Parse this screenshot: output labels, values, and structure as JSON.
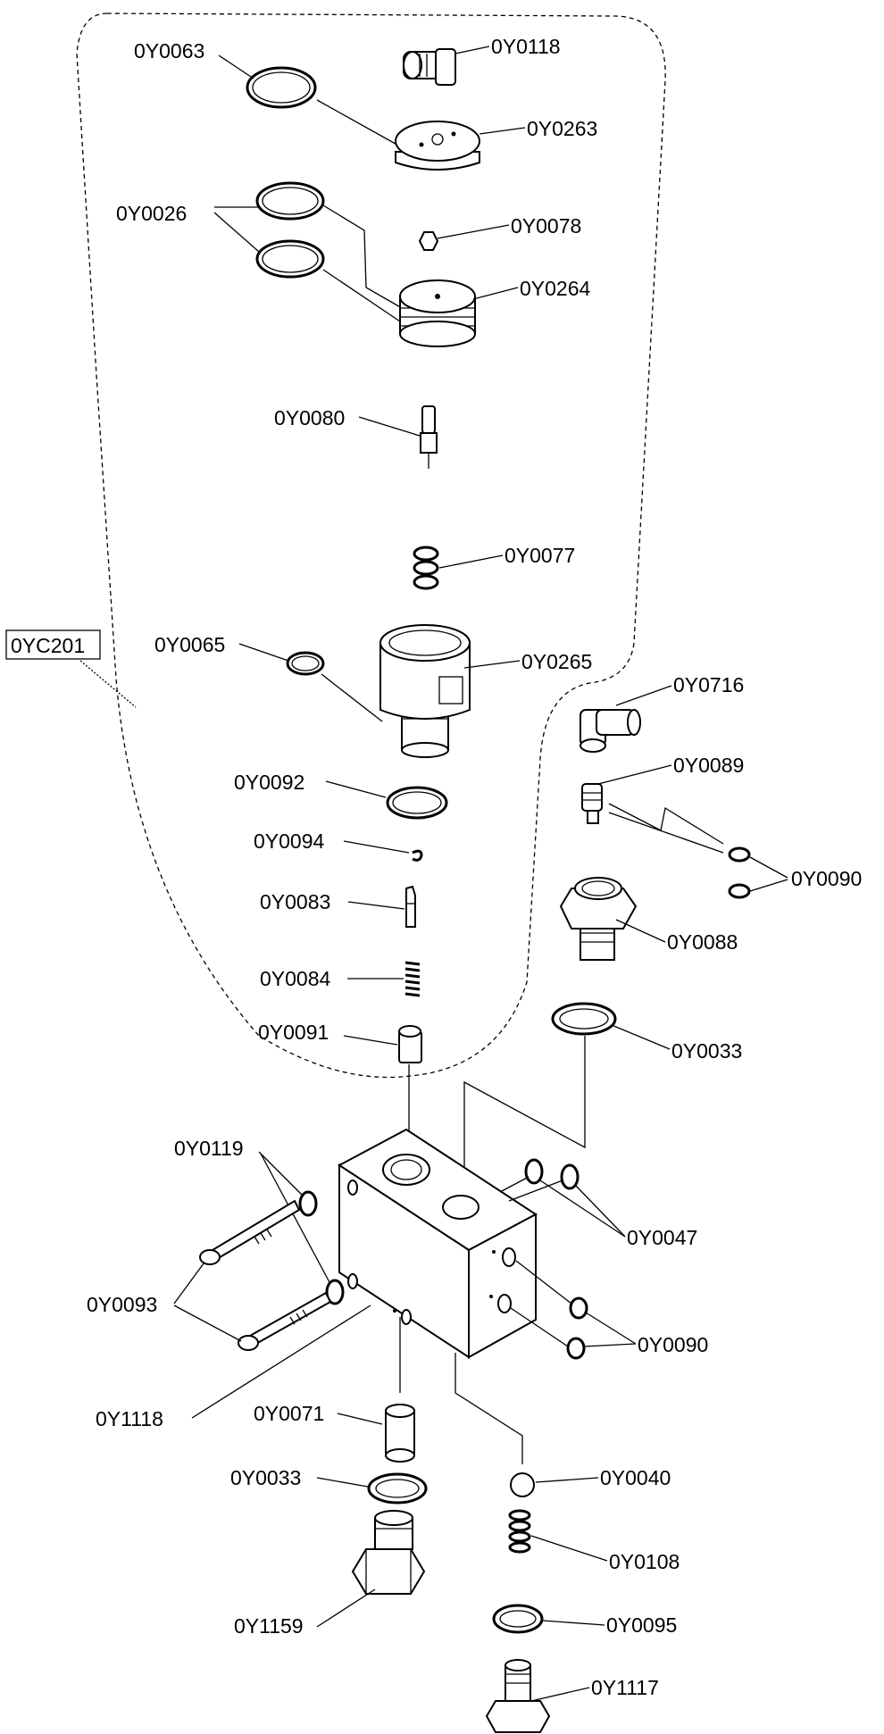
{
  "diagram": {
    "assembly_label": "0YC201",
    "parts": {
      "p0Y0063": "0Y0063",
      "p0Y0118": "0Y0118",
      "p0Y0263": "0Y0263",
      "p0Y0026": "0Y0026",
      "p0Y0078": "0Y0078",
      "p0Y0264": "0Y0264",
      "p0Y0080": "0Y0080",
      "p0Y0077": "0Y0077",
      "p0Y0065": "0Y0065",
      "p0Y0265": "0Y0265",
      "p0Y0716": "0Y0716",
      "p0Y0089": "0Y0089",
      "p0Y0092": "0Y0092",
      "p0Y0094": "0Y0094",
      "p0Y0090a": "0Y0090",
      "p0Y0083": "0Y0083",
      "p0Y0088": "0Y0088",
      "p0Y0084": "0Y0084",
      "p0Y0091": "0Y0091",
      "p0Y0033a": "0Y0033",
      "p0Y0119": "0Y0119",
      "p0Y0047": "0Y0047",
      "p0Y0093": "0Y0093",
      "p0Y0090b": "0Y0090",
      "p0Y1118": "0Y1118",
      "p0Y0071": "0Y0071",
      "p0Y0033b": "0Y0033",
      "p0Y0040": "0Y0040",
      "p0Y0108": "0Y0108",
      "p0Y1159": "0Y1159",
      "p0Y0095": "0Y0095",
      "p0Y1117": "0Y1117"
    }
  }
}
